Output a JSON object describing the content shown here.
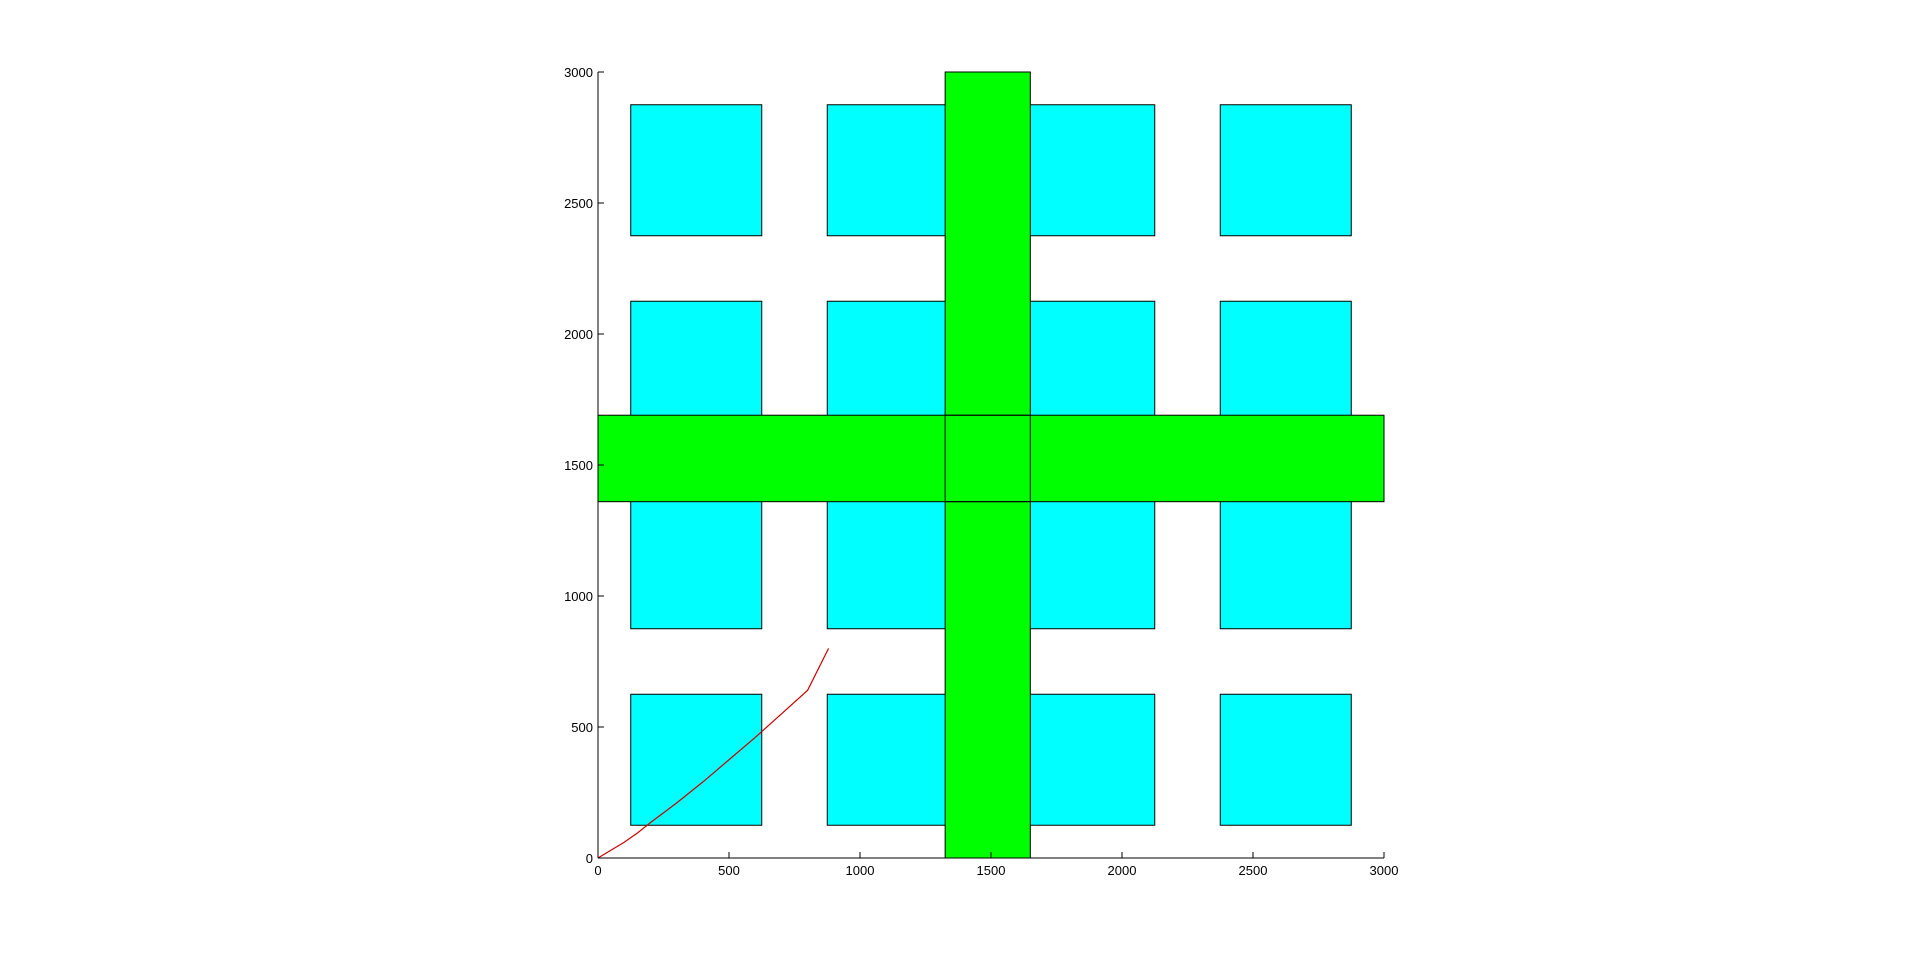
{
  "chart_data": {
    "type": "rectangles",
    "title": "",
    "xlabel": "",
    "ylabel": "",
    "xlim": [
      0,
      3000
    ],
    "ylim": [
      0,
      3000
    ],
    "grid": false,
    "x_ticks": [
      "0",
      "500",
      "1000",
      "1500",
      "2000",
      "2500",
      "3000"
    ],
    "y_ticks": [
      "0",
      "500",
      "1000",
      "1500",
      "2000",
      "2500",
      "3000"
    ],
    "colors": {
      "obstacle": "#00ffff",
      "corridor": "#00ff00",
      "path": "#cc0000",
      "edge": "#000000"
    },
    "obstacles": [
      {
        "x": [
          125,
          625
        ],
        "y": [
          125,
          625
        ]
      },
      {
        "x": [
          875,
          1375
        ],
        "y": [
          125,
          625
        ]
      },
      {
        "x": [
          1625,
          2125
        ],
        "y": [
          125,
          625
        ]
      },
      {
        "x": [
          2375,
          2875
        ],
        "y": [
          125,
          625
        ]
      },
      {
        "x": [
          125,
          625
        ],
        "y": [
          875,
          1375
        ]
      },
      {
        "x": [
          875,
          1375
        ],
        "y": [
          875,
          1375
        ]
      },
      {
        "x": [
          1625,
          2125
        ],
        "y": [
          875,
          1375
        ]
      },
      {
        "x": [
          2375,
          2875
        ],
        "y": [
          875,
          1375
        ]
      },
      {
        "x": [
          125,
          625
        ],
        "y": [
          1625,
          2125
        ]
      },
      {
        "x": [
          875,
          1375
        ],
        "y": [
          1625,
          2125
        ]
      },
      {
        "x": [
          1625,
          2125
        ],
        "y": [
          1625,
          2125
        ]
      },
      {
        "x": [
          2375,
          2875
        ],
        "y": [
          1625,
          2125
        ]
      },
      {
        "x": [
          125,
          625
        ],
        "y": [
          2375,
          2875
        ]
      },
      {
        "x": [
          875,
          1375
        ],
        "y": [
          2375,
          2875
        ]
      },
      {
        "x": [
          1625,
          2125
        ],
        "y": [
          2375,
          2875
        ]
      },
      {
        "x": [
          2375,
          2875
        ],
        "y": [
          2375,
          2875
        ]
      }
    ],
    "corridors": [
      {
        "x": [
          1325,
          1650
        ],
        "y": [
          0,
          3000
        ]
      },
      {
        "x": [
          0,
          3000
        ],
        "y": [
          1360,
          1690
        ]
      }
    ],
    "path": {
      "x": [
        0,
        50,
        100,
        150,
        200,
        300,
        400,
        500,
        600,
        700,
        800,
        880
      ],
      "y": [
        0,
        30,
        60,
        95,
        135,
        210,
        290,
        375,
        460,
        550,
        640,
        800
      ]
    }
  }
}
